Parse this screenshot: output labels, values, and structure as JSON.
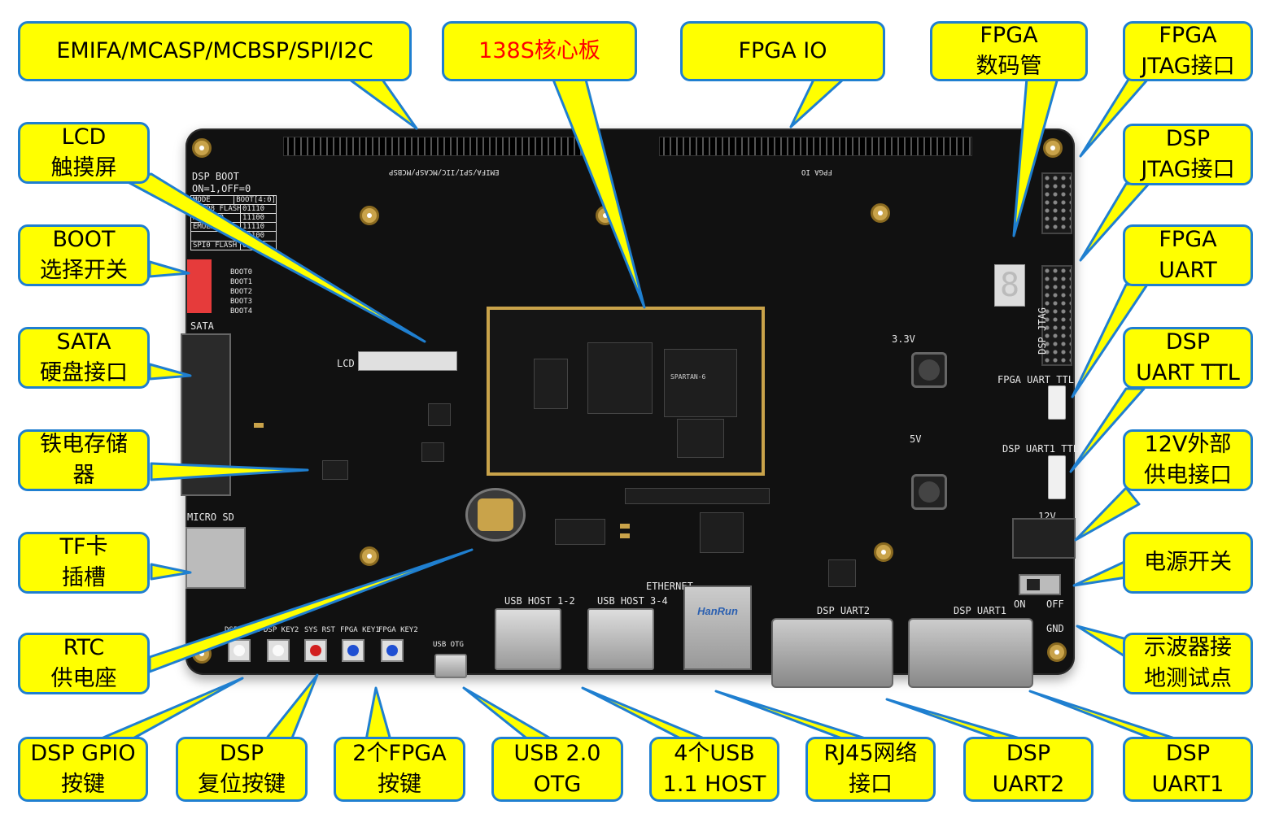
{
  "callouts": {
    "emifa": "EMIFA/MCASP/MCBSP/SPI/I2C",
    "core": "138S核心板",
    "fpga_io": "FPGA IO",
    "fpga_seg_1": "FPGA",
    "fpga_seg_2": "数码管",
    "fpga_jtag_1": "FPGA",
    "fpga_jtag_2": "JTAG接口",
    "lcd_1": "LCD",
    "lcd_2": "触摸屏",
    "dsp_jtag_1": "DSP",
    "dsp_jtag_2": "JTAG接口",
    "boot_1": "BOOT",
    "boot_2": "选择开关",
    "fpga_uart_1": "FPGA",
    "fpga_uart_2": "UART",
    "sata_1": "SATA",
    "sata_2": "硬盘接口",
    "dsp_uart_ttl_1": "DSP",
    "dsp_uart_ttl_2": "UART TTL",
    "fram_1": "铁电存储",
    "fram_2": "器",
    "power12_1": "12V外部",
    "power12_2": "供电接口",
    "tf_1": "TF卡",
    "tf_2": "插槽",
    "power_switch": "电源开关",
    "rtc_1": "RTC",
    "rtc_2": "供电座",
    "scope_1": "示波器接",
    "scope_2": "地测试点",
    "dsp_gpio_1": "DSP GPIO",
    "dsp_gpio_2": "按键",
    "dsp_reset_1": "DSP",
    "dsp_reset_2": "复位按键",
    "fpga_keys_1": "2个FPGA",
    "fpga_keys_2": "按键",
    "usb_otg_1": "USB 2.0",
    "usb_otg_2": "OTG",
    "usb_host_1": "4个USB",
    "usb_host_2": "1.1 HOST",
    "rj45_1": "RJ45网络",
    "rj45_2": "接口",
    "dsp_uart2_1": "DSP",
    "dsp_uart2_2": "UART2",
    "dsp_uart1_1": "DSP",
    "dsp_uart1_2": "UART1"
  },
  "silkscreen": {
    "dsp_boot": "DSP BOOT",
    "on_off": "ON=1,OFF=0",
    "boot_table_header": [
      "MODE",
      "BOOT[4:0]"
    ],
    "boot_table_rows": [
      [
        "NAND8 FLASH",
        "01110"
      ],
      [
        "MMC/SDO",
        "11100"
      ],
      [
        "EMULATOR",
        "11110"
      ],
      [
        "",
        "10100"
      ],
      [
        "SPI0 FLASH",
        "01010"
      ]
    ],
    "dip_labels": [
      "BOOT0",
      "BOOT1",
      "BOOT2",
      "BOOT3",
      "BOOT4"
    ],
    "sata": "SATA",
    "micro_sd": "MICRO SD",
    "lcd": "LCD",
    "emifa_silk": "EMIFA/SPI/IIC/MCASP/MCBSP",
    "fpga_io_silk": "FPGA IO",
    "dsp_jtag": "DSP JTAG",
    "fpga_uart_ttl": "FPGA UART TTL",
    "dsp_uart1_ttl": "DSP UART1 TTL",
    "v12": "12V",
    "v33": "3.3V",
    "v5": "5V",
    "on": "ON",
    "off": "OFF",
    "gnd": "GND",
    "ethernet": "ETHERNET",
    "dsp_uart2": "DSP UART2",
    "dsp_uart1": "DSP UART1",
    "usb_host_12": "USB HOST 1-2",
    "usb_host_34": "USB HOST 3-4",
    "usb_otg": "USB OTG",
    "keys": [
      "DSP KEY1",
      "DSP KEY2",
      "SYS RST",
      "FPGA KEY1",
      "FPGA KEY2"
    ],
    "hanrun": "HanRun",
    "spartan": "SPARTAN-6"
  },
  "colors": {
    "callout_fill": "#ffff00",
    "callout_border": "#1f7fd0",
    "arrow": "#1f7fd0",
    "core_title": "#ff0000",
    "board": "#111111"
  }
}
